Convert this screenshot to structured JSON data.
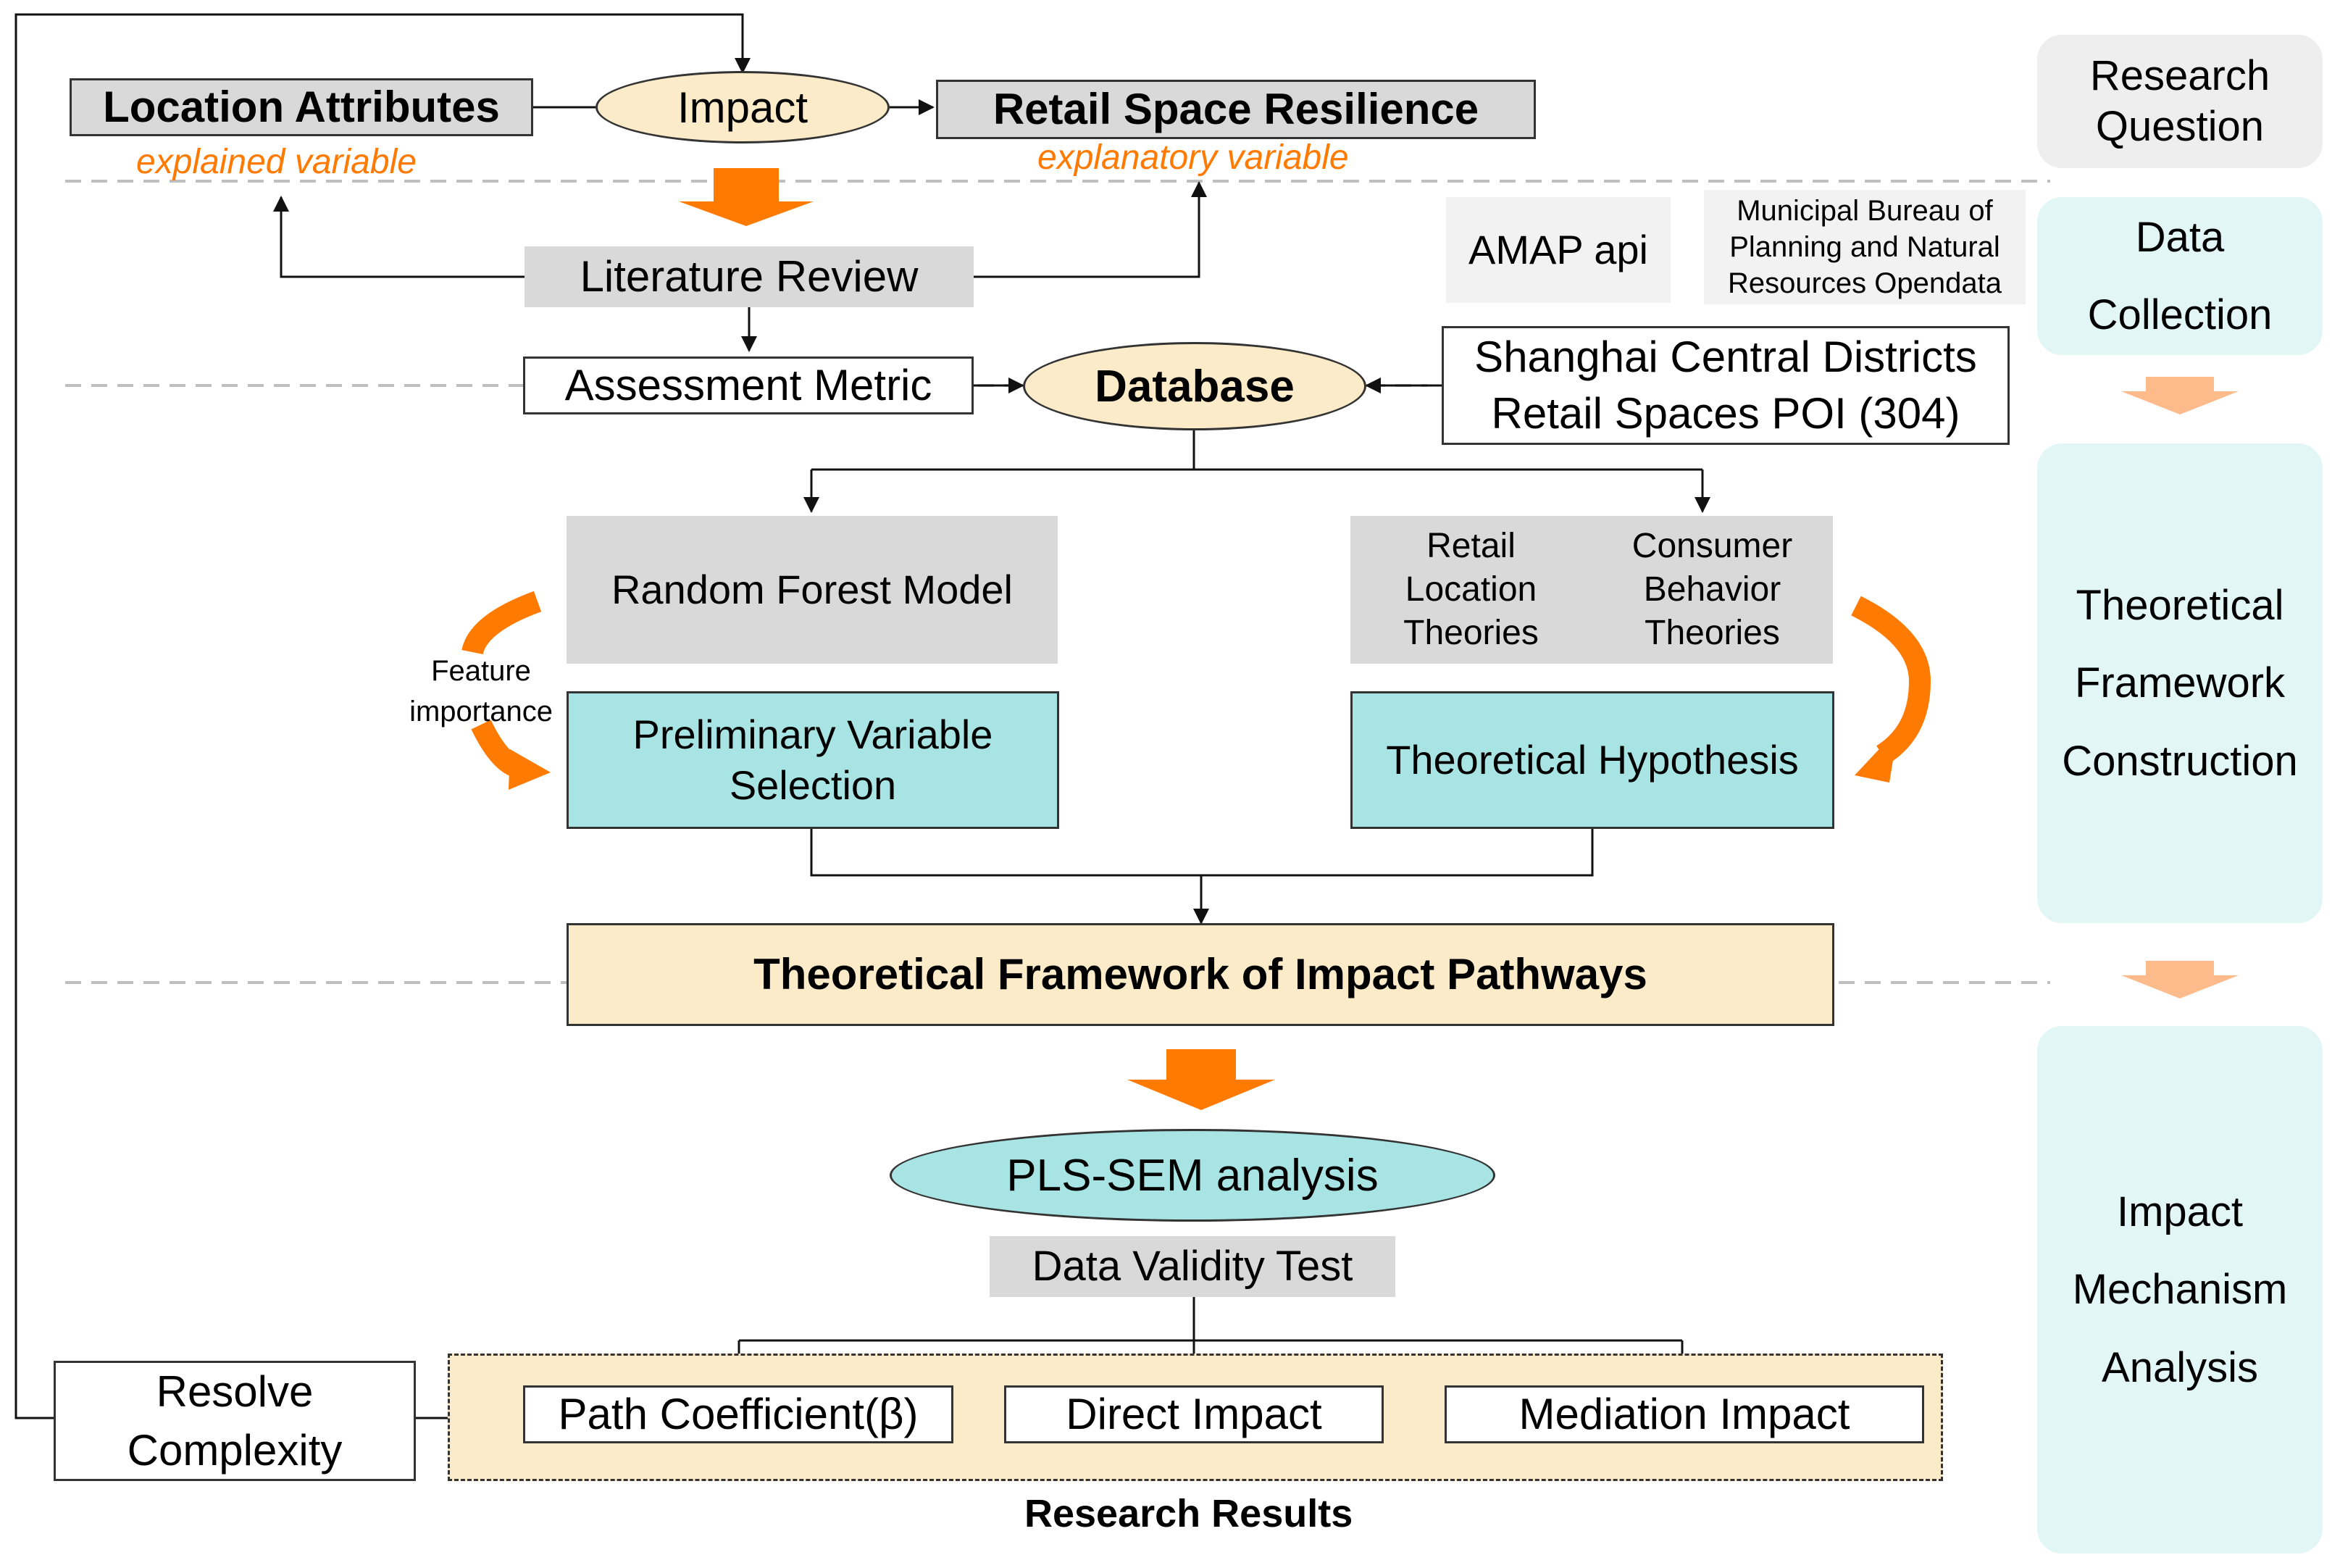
{
  "research_question": {
    "location_attributes": "Location Attributes",
    "impact": "Impact",
    "retail_space_resilience": "Retail Space Resilience",
    "explained_variable": "explained variable",
    "explanatory_variable": "explanatory variable"
  },
  "data_collection": {
    "literature_review": "Literature Review",
    "assessment_metric": "Assessment Metric",
    "database": "Database",
    "amap_api": "AMAP api",
    "bureau": "Municipal Bureau of Planning and Natural Resources Opendata",
    "poi_line1": "Shanghai Central Districts",
    "poi_line2": "Retail Spaces POI (304)"
  },
  "framework": {
    "random_forest": "Random Forest Model",
    "feature_importance": "Feature importance",
    "preliminary_selection": "Preliminary Variable Selection",
    "retail_location_theories": "Retail Location Theories",
    "consumer_behavior_theories": "Consumer Behavior Theories",
    "theoretical_hypothesis": "Theoretical Hypothesis",
    "pathways": "Theoretical Framework of Impact Pathways"
  },
  "analysis": {
    "pls_sem": "PLS-SEM analysis",
    "validity_test": "Data Validity Test",
    "path_coefficient": "Path Coefficient(β)",
    "direct_impact": "Direct Impact",
    "mediation_impact": "Mediation Impact",
    "research_results": "Research Results",
    "resolve_complexity": "Resolve Complexity"
  },
  "stages": {
    "research_question": "Research Question",
    "data_collection": "Data Collection",
    "framework_construction": "Theoretical Framework Construction",
    "mechanism_analysis": "Impact Mechanism Analysis"
  },
  "colors": {
    "orange": "#ff7a00",
    "light_orange": "#fdbb8b",
    "gray": "#d9d9d9",
    "cream": "#fcebc8",
    "teal": "#a8e4e4",
    "stage_gray": "#eeeeee",
    "stage_teal": "#e3f6f6"
  }
}
